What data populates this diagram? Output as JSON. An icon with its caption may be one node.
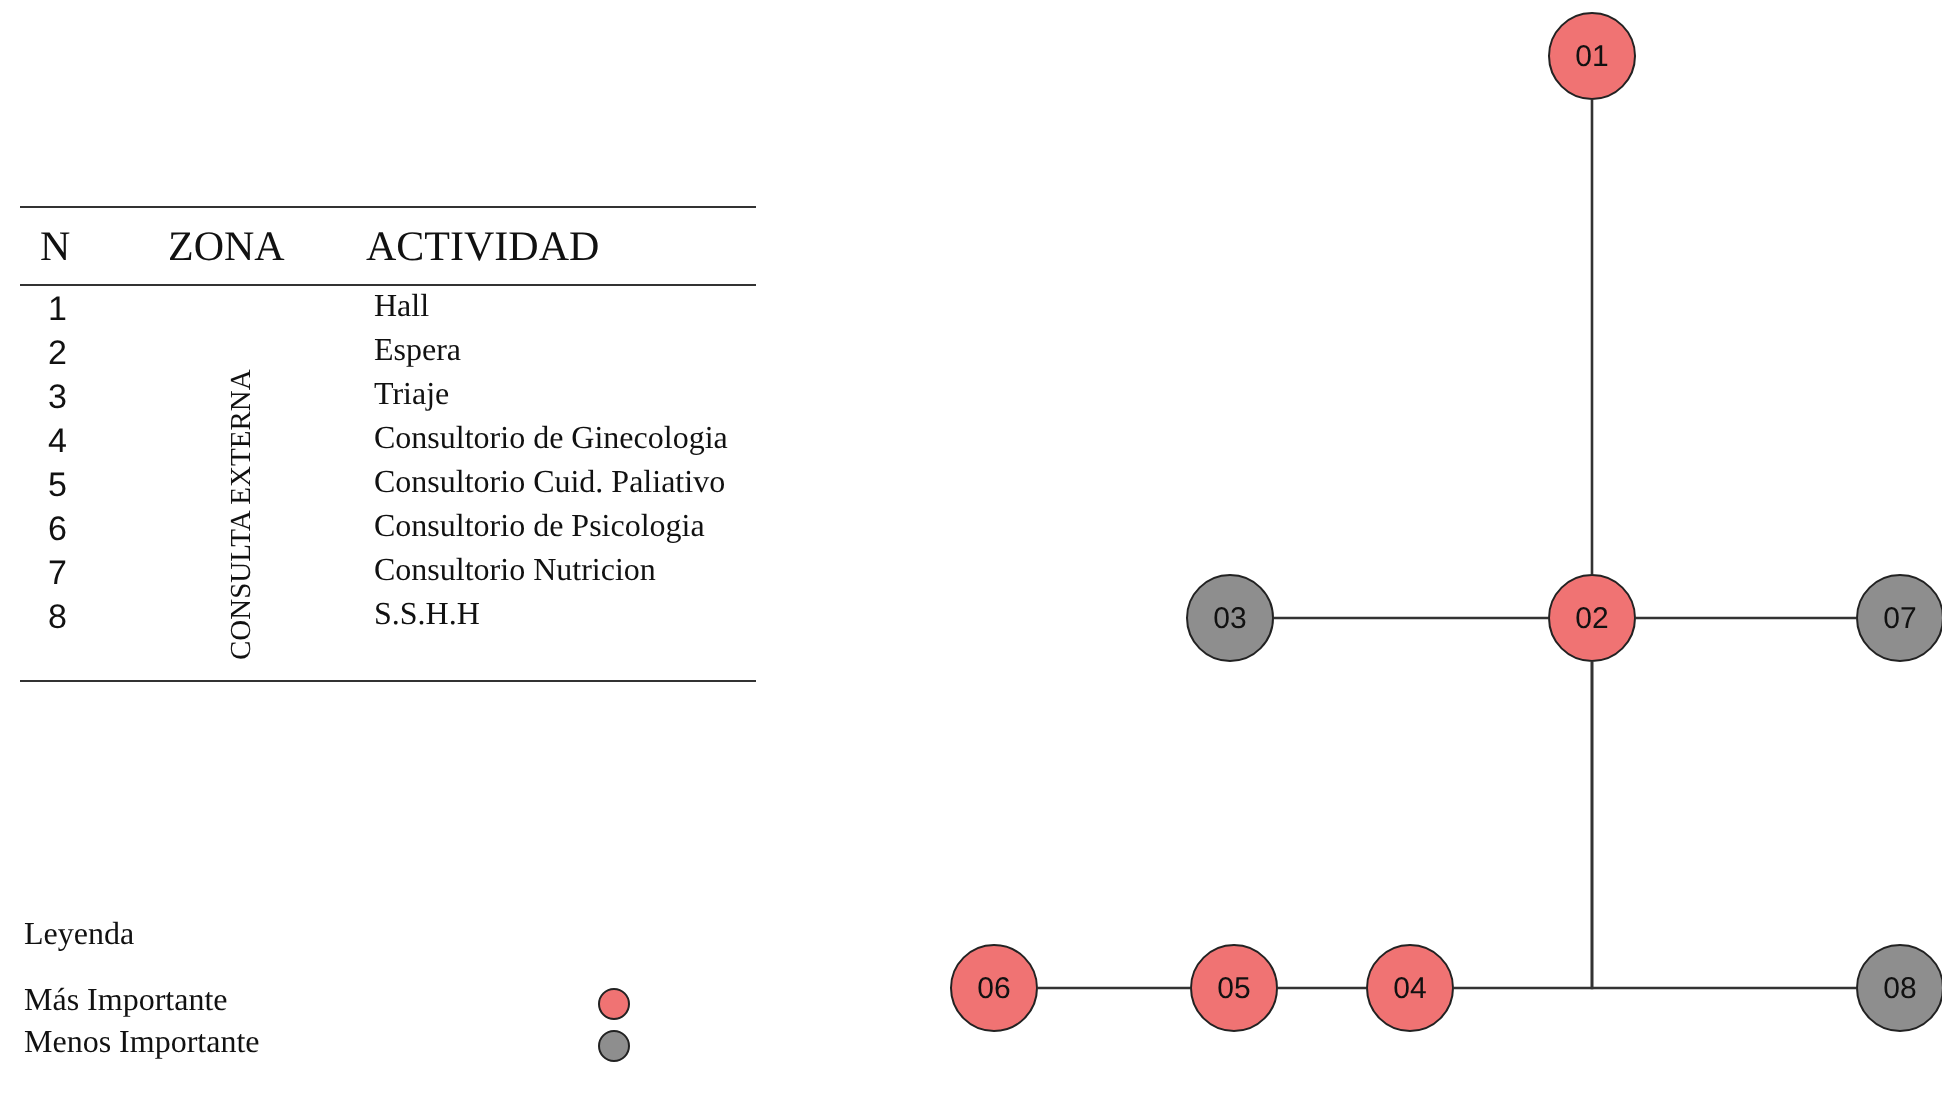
{
  "diagram": {
    "nodes": [
      {
        "text": [
          "01"
        ]
      },
      {
        "text": [
          "03"
        ]
      },
      {
        "text": [
          "02"
        ]
      },
      {
        "text": [
          "07"
        ]
      },
      {
        "text": [
          "06"
        ]
      },
      {
        "text": [
          "05"
        ]
      },
      {
        "text": [
          "04"
        ]
      },
      {
        "text": [
          "08"
        ]
      }
    ],
    "edges": [
      {
        "from": 0,
        "to": 2,
        "arrow": "none"
      },
      {
        "from": 1,
        "to": 2,
        "arrow": "none"
      },
      {
        "from": 2,
        "to": 3,
        "arrow": "none"
      },
      {
        "from": 2,
        "to": 6,
        "arrow": "none"
      },
      {
        "from": 2,
        "to": 7,
        "arrow": "none"
      },
      {
        "from": 4,
        "to": 5,
        "arrow": "none"
      },
      {
        "from": 5,
        "to": 6,
        "arrow": "none"
      }
    ],
    "labels": [
      "N",
      "ZONA",
      "ACTIVIDAD",
      "1",
      "CONSULTA EXTERNA",
      "Hall",
      "2",
      "Espera",
      "3",
      "Triaje",
      "4",
      "Consultorio de Ginecologia",
      "5",
      "Consultorio Cuid. Paliativo",
      "6",
      "Consultorio de Psicologia",
      "7",
      "Consultorio Nutricion",
      "8",
      "S.S.H.H",
      "Leyenda"
    ],
    "legend": [
      {
        "text": "Más Importante",
        "color": "#f07373"
      },
      {
        "text": "Menos Importante",
        "color": "#8e8e8e"
      }
    ]
  }
}
